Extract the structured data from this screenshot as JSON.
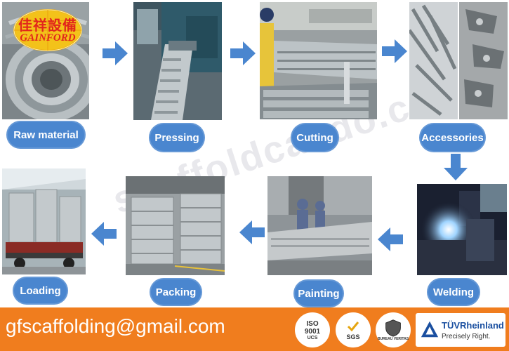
{
  "logo": {
    "chinese": "佳祥設備",
    "english": "GAINFORD"
  },
  "watermark": "scaffoldcando.com",
  "steps": [
    {
      "label": "Raw material"
    },
    {
      "label": "Pressing"
    },
    {
      "label": "Cutting"
    },
    {
      "label": "Accessories"
    },
    {
      "label": "Welding"
    },
    {
      "label": "Painting"
    },
    {
      "label": "Packing"
    },
    {
      "label": "Loading"
    }
  ],
  "footer": {
    "email": "gfscaffolding@gmail.com",
    "certs": {
      "iso": {
        "top": "ISO",
        "num": "9001",
        "sub": "UCS"
      },
      "sgs": {
        "text": "SGS"
      },
      "bv": {
        "text": "BUREAU VERITAS"
      },
      "tuv": {
        "brand": "TÜVRheinland",
        "tagline": "Precisely Right."
      }
    }
  },
  "colors": {
    "accent": "#4a86cf",
    "footer": "#f07d1e",
    "logo": "#e2261c"
  }
}
